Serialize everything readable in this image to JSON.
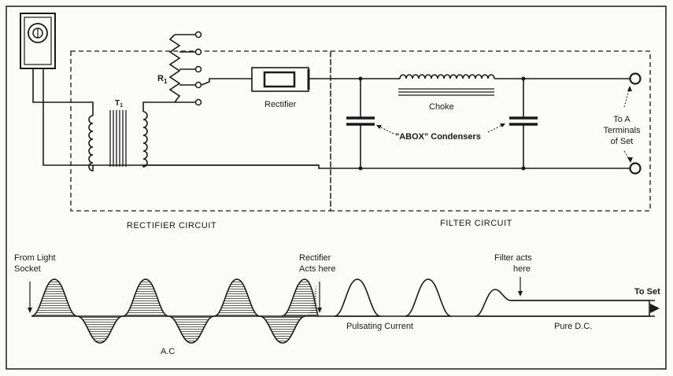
{
  "labels": {
    "r1": "R",
    "r1_sub": "1",
    "t1": "T",
    "t1_sub": "1",
    "rectifier": "Rectifier",
    "choke": "Choke",
    "condensers": "\"ABOX\" Condensers",
    "to_a_line1": "To A",
    "to_a_line2": "Terminals",
    "to_a_line3": "of Set",
    "rectifier_circuit": "RECTIFIER CIRCUIT",
    "filter_circuit": "FILTER CIRCUIT",
    "from_light_line1": "From Light",
    "from_light_line2": "Socket",
    "rect_acts_line1": "Rectifier",
    "rect_acts_line2": "Acts here",
    "filter_acts_line1": "Filter acts",
    "filter_acts_line2": "here",
    "to_set": "To Set",
    "ac": "A.C",
    "pulsating": "Pulsating Current",
    "pure_dc": "Pure D.C."
  }
}
